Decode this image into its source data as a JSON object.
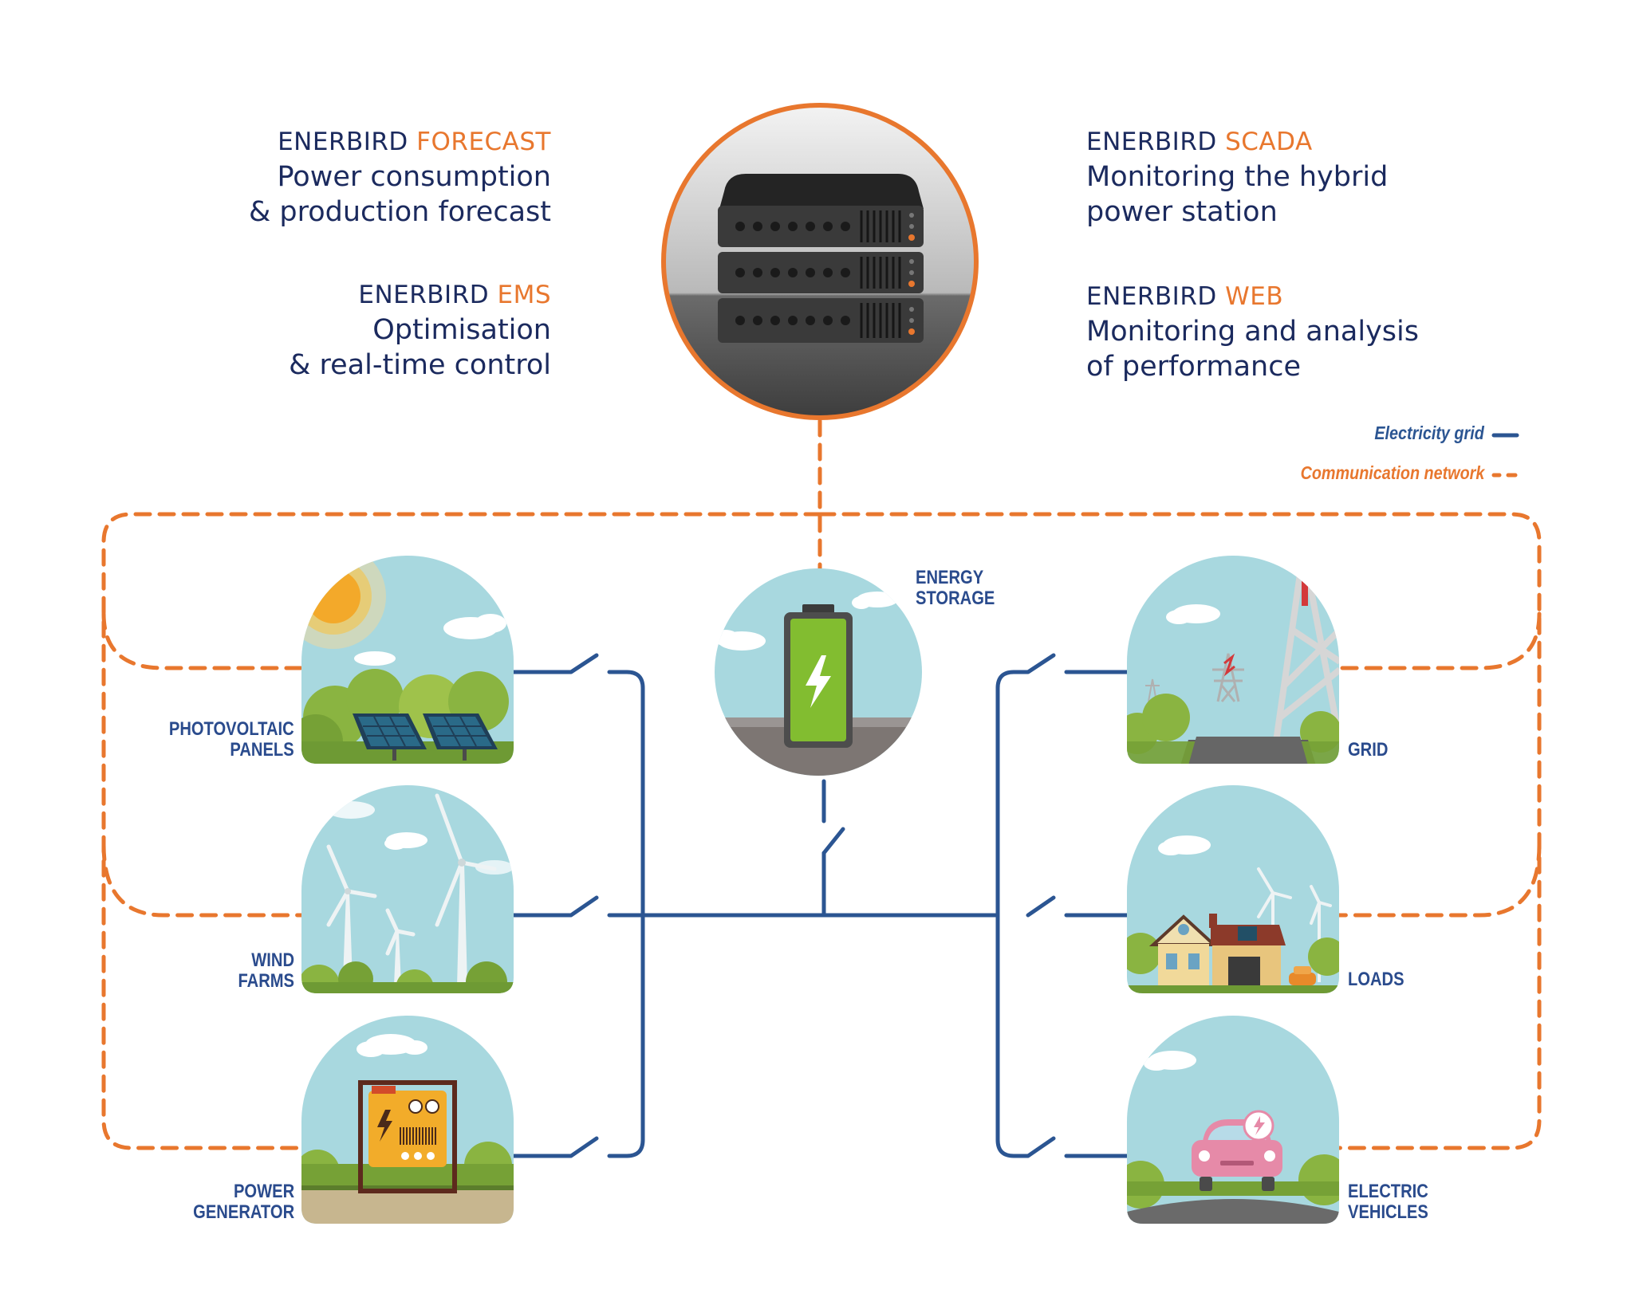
{
  "products": [
    {
      "brand": "ENERBIRD",
      "module": "FORECAST",
      "line1": "Power consumption",
      "line2": "& production forecast"
    },
    {
      "brand": "ENERBIRD",
      "module": "EMS",
      "line1": "Optimisation",
      "line2": "& real-time control"
    },
    {
      "brand": "ENERBIRD",
      "module": "SCADA",
      "line1": "Monitoring the hybrid",
      "line2": "power station"
    },
    {
      "brand": "ENERBIRD",
      "module": "WEB",
      "line1": "Monitoring and analysis",
      "line2": "of performance"
    }
  ],
  "legend": {
    "electricity": "Electricity grid",
    "communication": "Communication network"
  },
  "nodes": {
    "pv": [
      "PHOTOVOLTAIC",
      "PANELS"
    ],
    "wind": [
      "WIND",
      "FARMS"
    ],
    "generator": [
      "POWER",
      "GENERATOR"
    ],
    "storage": [
      "ENERGY",
      "STORAGE"
    ],
    "grid": [
      "GRID"
    ],
    "loads": [
      "LOADS"
    ],
    "ev": [
      "ELECTRIC",
      "VEHICLES"
    ]
  },
  "colors": {
    "electricity": "#2b5592",
    "communication": "#e8772e",
    "text": "#1b2a5e",
    "sky": "#a8d8df",
    "grass": "#8ab441"
  }
}
